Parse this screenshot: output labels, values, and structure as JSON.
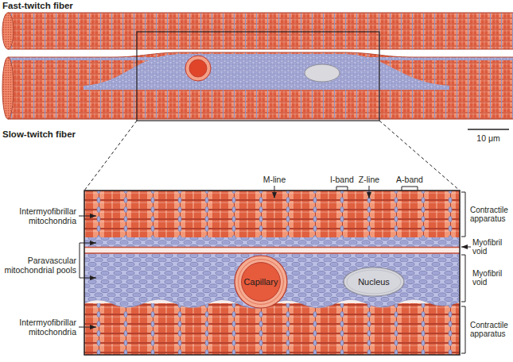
{
  "diagram": {
    "nodes": [
      {
        "text": [
          "Capillary"
        ]
      },
      {
        "text": [
          "Nucleus"
        ]
      }
    ],
    "labels": [
      "Fast-twitch fiber",
      "Slow-twitch fiber",
      "10 μm",
      "M-line",
      "I-band",
      "Z-line",
      "A-band",
      "Intermyofibrillar mitochondria",
      "Contractile apparatus",
      "Myofibril void",
      "Paravascular mitochondrial pools",
      "Myofibril void",
      "Intermyofibrillar mitochondria",
      "Contractile apparatus"
    ]
  }
}
